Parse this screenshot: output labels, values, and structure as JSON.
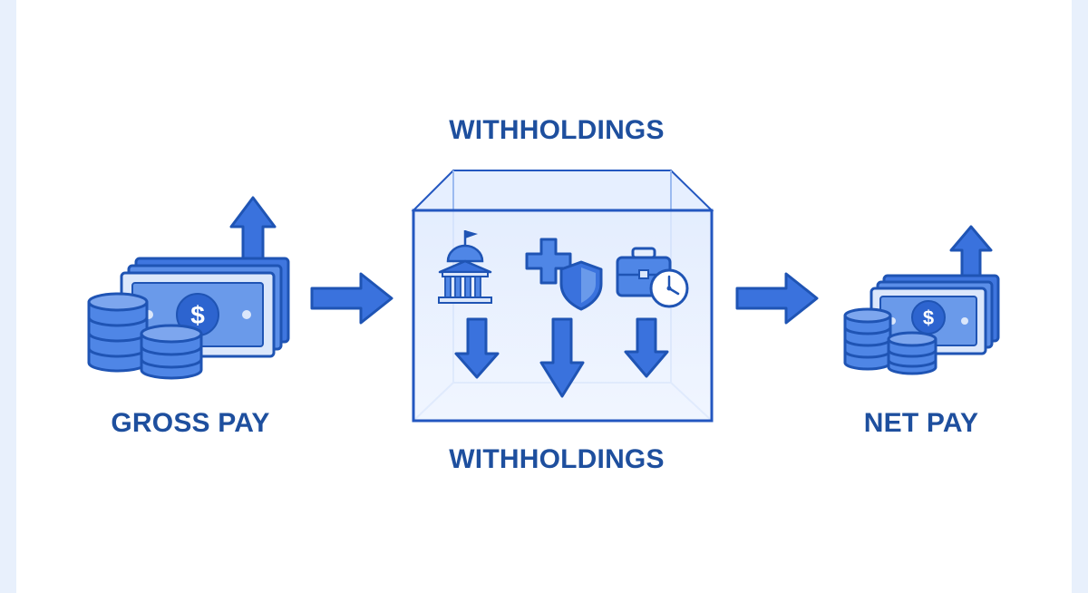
{
  "labels": {
    "withholdings_top": "WITHHOLDINGS",
    "withholdings_bottom": "WITHHOLDINGS",
    "gross_pay": "GROSS PAY",
    "net_pay": "NET PAY"
  },
  "currency_symbol": "$",
  "colors": {
    "stroke": "#1f54b4",
    "fill_light": "#4f86e6",
    "fill_medium": "#3a72dd",
    "fill_pale": "#dbe7fb",
    "box_fill": "#e6efff",
    "box_stroke": "#2357c0",
    "label": "#1e4f9e"
  },
  "icons": [
    "money-stack-icon",
    "coin-stack-icon",
    "up-arrow-icon",
    "right-arrow-icon",
    "government-building-icon",
    "health-cross-icon",
    "shield-icon",
    "briefcase-icon",
    "clock-icon",
    "down-arrow-icon"
  ]
}
